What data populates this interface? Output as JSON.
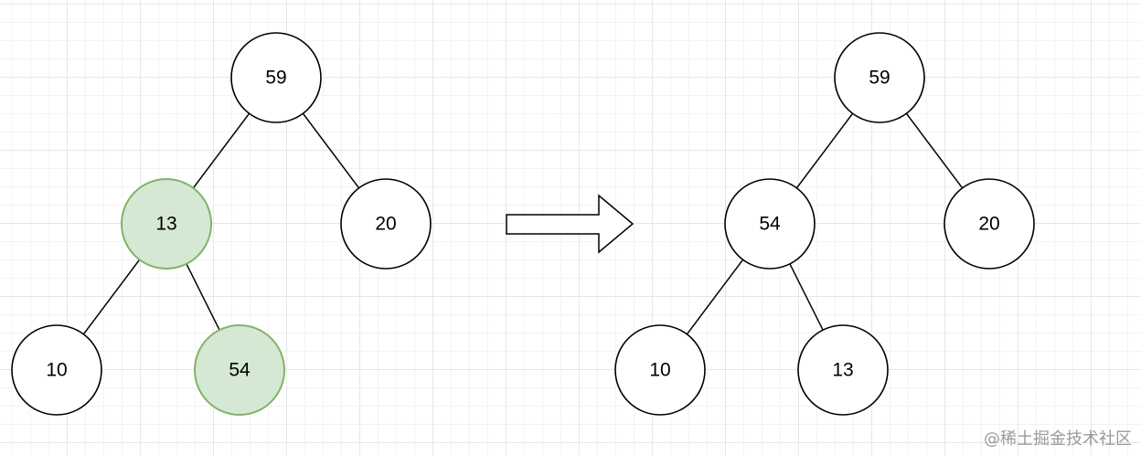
{
  "colors": {
    "node_fill": "#ffffff",
    "node_stroke": "#000000",
    "highlight_fill": "#d5e8d4",
    "highlight_stroke": "#82b366",
    "edge": "#000000"
  },
  "before_tree": {
    "nodes": [
      {
        "id": "b-59",
        "label": "59",
        "highlighted": false
      },
      {
        "id": "b-13",
        "label": "13",
        "highlighted": true
      },
      {
        "id": "b-20",
        "label": "20",
        "highlighted": false
      },
      {
        "id": "b-10",
        "label": "10",
        "highlighted": false
      },
      {
        "id": "b-54",
        "label": "54",
        "highlighted": true
      }
    ],
    "edges": [
      {
        "from": "b-59",
        "to": "b-13"
      },
      {
        "from": "b-59",
        "to": "b-20"
      },
      {
        "from": "b-13",
        "to": "b-10"
      },
      {
        "from": "b-13",
        "to": "b-54"
      }
    ]
  },
  "after_tree": {
    "nodes": [
      {
        "id": "a-59",
        "label": "59",
        "highlighted": false
      },
      {
        "id": "a-54",
        "label": "54",
        "highlighted": false
      },
      {
        "id": "a-20",
        "label": "20",
        "highlighted": false
      },
      {
        "id": "a-10",
        "label": "10",
        "highlighted": false
      },
      {
        "id": "a-13",
        "label": "13",
        "highlighted": false
      }
    ],
    "edges": [
      {
        "from": "a-59",
        "to": "a-54"
      },
      {
        "from": "a-59",
        "to": "a-20"
      },
      {
        "from": "a-54",
        "to": "a-10"
      },
      {
        "from": "a-54",
        "to": "a-13"
      }
    ]
  },
  "transition_arrow": {
    "icon": "right-arrow-icon"
  },
  "watermark": {
    "text": "@稀土掘金技术社区"
  }
}
